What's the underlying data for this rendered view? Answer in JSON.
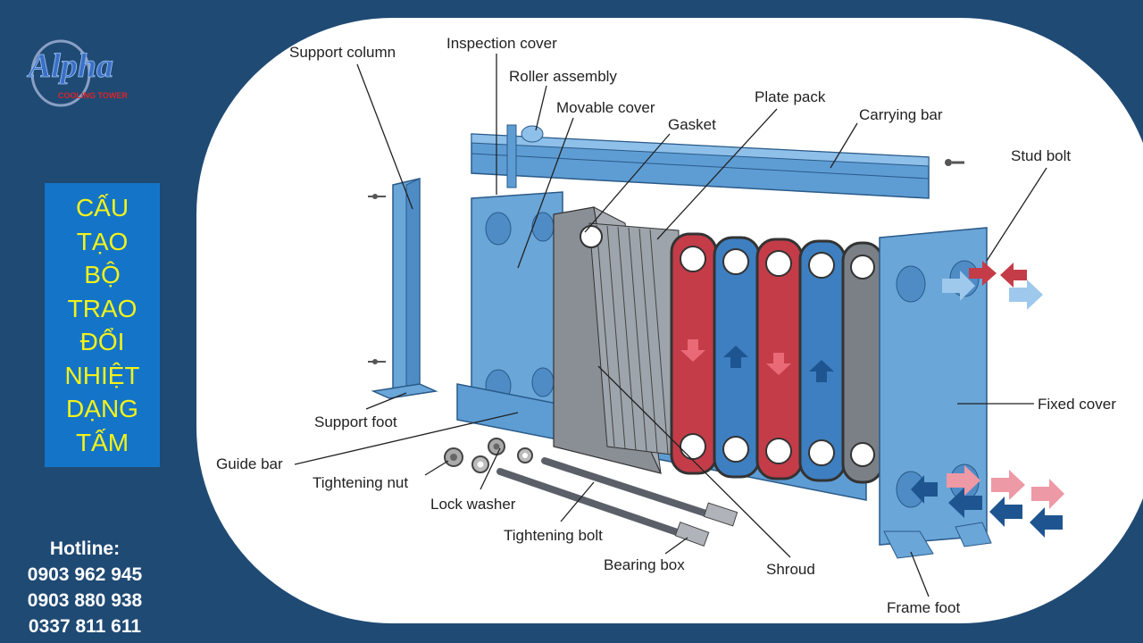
{
  "logo": {
    "brand": "Alpha",
    "sub": "COOLING TOWER"
  },
  "title_lines": [
    "CẤU",
    "TẠO",
    "BỘ",
    "TRAO",
    "ĐỔI",
    "NHIỆT",
    "DẠNG",
    "TẤM"
  ],
  "hotline": {
    "label": "Hotline:",
    "numbers": [
      "0903 962 945",
      "0903 880 938",
      "0337 811 611"
    ]
  },
  "diagram": {
    "labels": {
      "support_column": "Support column",
      "inspection_cover": "Inspection cover",
      "roller_assembly": "Roller assembly",
      "movable_cover": "Movable cover",
      "gasket": "Gasket",
      "plate_pack": "Plate pack",
      "carrying_bar": "Carrying bar",
      "stud_bolt": "Stud bolt",
      "fixed_cover": "Fixed cover",
      "support_foot": "Support foot",
      "guide_bar": "Guide bar",
      "tightening_nut": "Tightening nut",
      "lock_washer": "Lock washer",
      "tightening_bolt": "Tightening bolt",
      "bearing_box": "Bearing box",
      "shroud": "Shroud",
      "frame_foot": "Frame foot"
    },
    "colors": {
      "frame_blue": "#6aa6d8",
      "hot_red": "#c43c48",
      "cold_blue": "#3d7fc0"
    }
  }
}
